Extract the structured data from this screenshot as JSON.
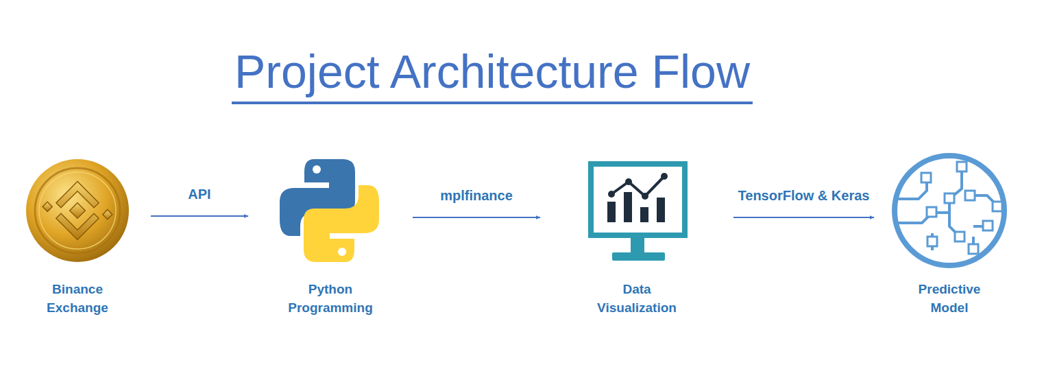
{
  "diagram": {
    "title": "Project Architecture Flow",
    "nodes": [
      {
        "text": [
          "Binance Exchange"
        ]
      },
      {
        "text": [
          "Python Programming"
        ]
      },
      {
        "text": [
          "Data Visualization"
        ]
      },
      {
        "text": [
          "Predictive Model"
        ]
      }
    ],
    "edges": [
      {
        "from": 0,
        "to": 1,
        "label": "API",
        "arrow": "to"
      },
      {
        "from": 1,
        "to": 2,
        "label": "mplfinance",
        "arrow": "to"
      },
      {
        "from": 2,
        "to": 3,
        "label": "TensorFlow & Keras",
        "arrow": "to"
      }
    ]
  }
}
